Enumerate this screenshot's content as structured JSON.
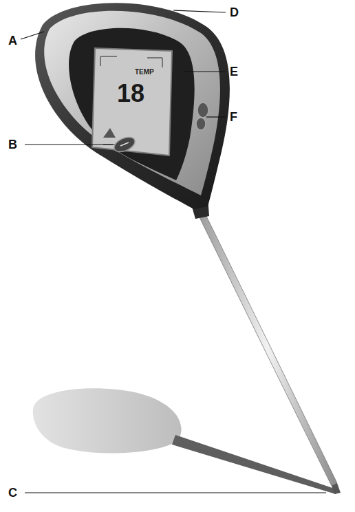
{
  "diagram": {
    "labels": [
      "A",
      "B",
      "C",
      "D",
      "E",
      "F",
      "TEMP",
      "18"
    ]
  }
}
